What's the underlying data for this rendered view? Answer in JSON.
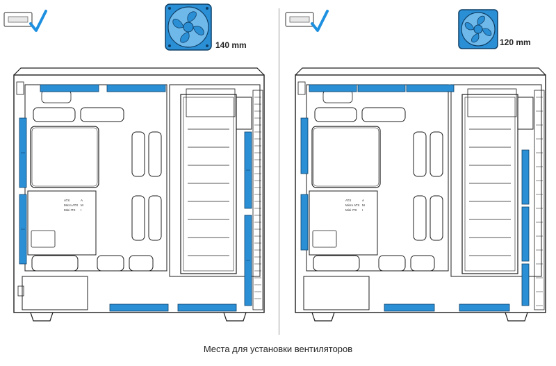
{
  "colors": {
    "fan_blue": "#2b8fd6",
    "outline": "#1d1d1d",
    "panel_fill": "#ffffff",
    "check_blue": "#1e90e0"
  },
  "icons": {
    "drive_bay": "drive-bay-check-icon",
    "fan": "fan-icon"
  },
  "left_panel": {
    "fan_size_label": "140 mm"
  },
  "right_panel": {
    "fan_size_label": "120 mm"
  },
  "motherboard_labels": {
    "line1_a": "ATX",
    "line1_b": "A",
    "line2_a": "Micro ATX",
    "line2_b": "M",
    "line3_a": "Mini ITX",
    "line3_b": "I"
  },
  "caption": "Места для установки вентиляторов"
}
